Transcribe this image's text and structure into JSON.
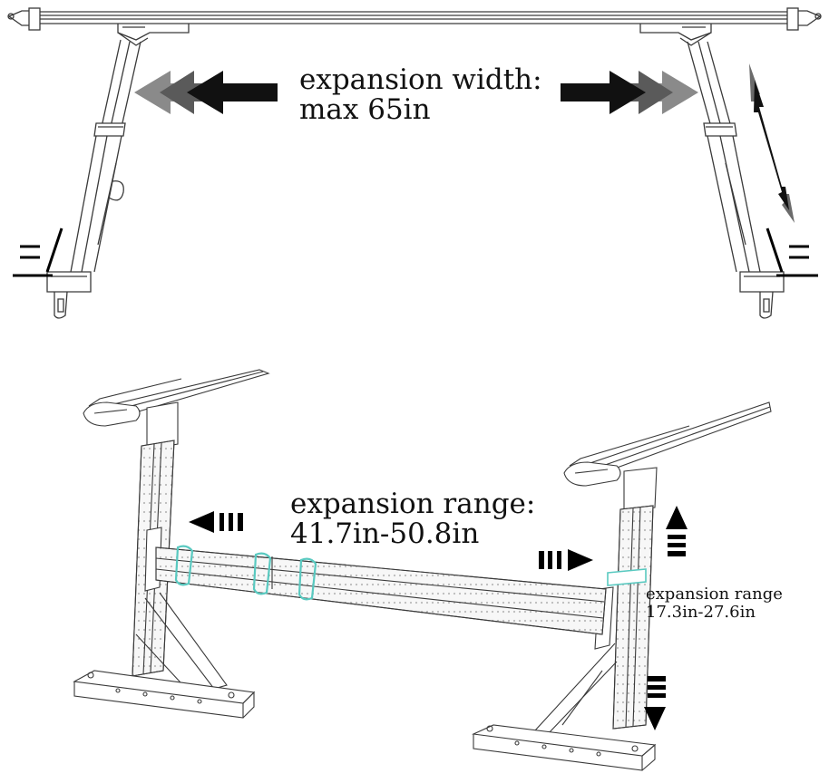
{
  "labels": {
    "width": {
      "line1": "expansion width:",
      "line2": "max 65in"
    },
    "crossbar_range": {
      "line1": "expansion range:",
      "line2": "41.7in-50.8in"
    },
    "height_range": {
      "line1": "expansion range",
      "line2": "17.3in-27.6in"
    }
  },
  "icons": [
    "double-left-arrow-icon",
    "double-right-arrow-icon",
    "vertical-double-arrow-icon",
    "dashed-arrow-icon",
    "equals-icon"
  ],
  "colors": {
    "line": "#3a3a3a",
    "arrow_dark": "#111111",
    "arrow_gray": "#6b6b6b",
    "clamp_teal": "#59c9c0"
  }
}
